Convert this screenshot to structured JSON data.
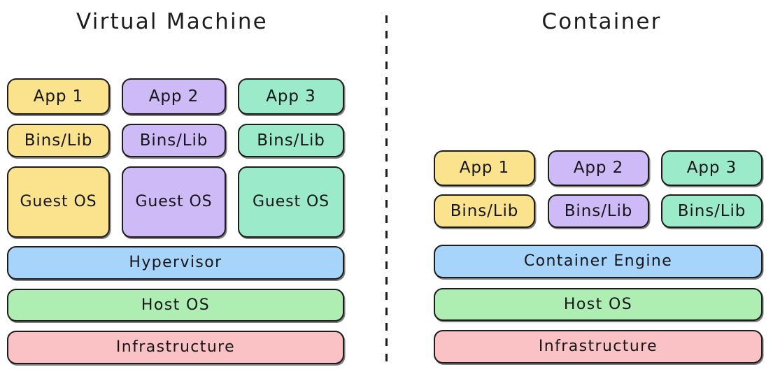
{
  "diagram": {
    "title_vm": "Virtual Machine",
    "title_container": "Container",
    "divider": "dashed-vertical-divider"
  },
  "palette": {
    "yellow": "#FAE38C",
    "purple": "#CEBAF7",
    "teal": "#9BEBCB",
    "blue": "#A6D4FA",
    "green": "#AFEEB2",
    "pink": "#FAC2C4",
    "stroke": "#1C1C1C",
    "background": "#FFFFFF"
  },
  "vm": {
    "title": "Virtual Machine",
    "columns": [
      {
        "app": "App 1",
        "bins": "Bins/Lib",
        "guest": "Guest OS",
        "color": "yellow"
      },
      {
        "app": "App 2",
        "bins": "Bins/Lib",
        "guest": "Guest OS",
        "color": "purple"
      },
      {
        "app": "App 3",
        "bins": "Bins/Lib",
        "guest": "Guest OS",
        "color": "teal"
      }
    ],
    "layers": [
      {
        "label": "Hypervisor",
        "color": "blue"
      },
      {
        "label": "Host OS",
        "color": "green"
      },
      {
        "label": "Infrastructure",
        "color": "pink"
      }
    ]
  },
  "container": {
    "title": "Container",
    "columns": [
      {
        "app": "App 1",
        "bins": "Bins/Lib",
        "color": "yellow"
      },
      {
        "app": "App 2",
        "bins": "Bins/Lib",
        "color": "purple"
      },
      {
        "app": "App 3",
        "bins": "Bins/Lib",
        "color": "teal"
      }
    ],
    "layers": [
      {
        "label": "Container Engine",
        "color": "blue"
      },
      {
        "label": "Host OS",
        "color": "green"
      },
      {
        "label": "Infrastructure",
        "color": "pink"
      }
    ]
  }
}
